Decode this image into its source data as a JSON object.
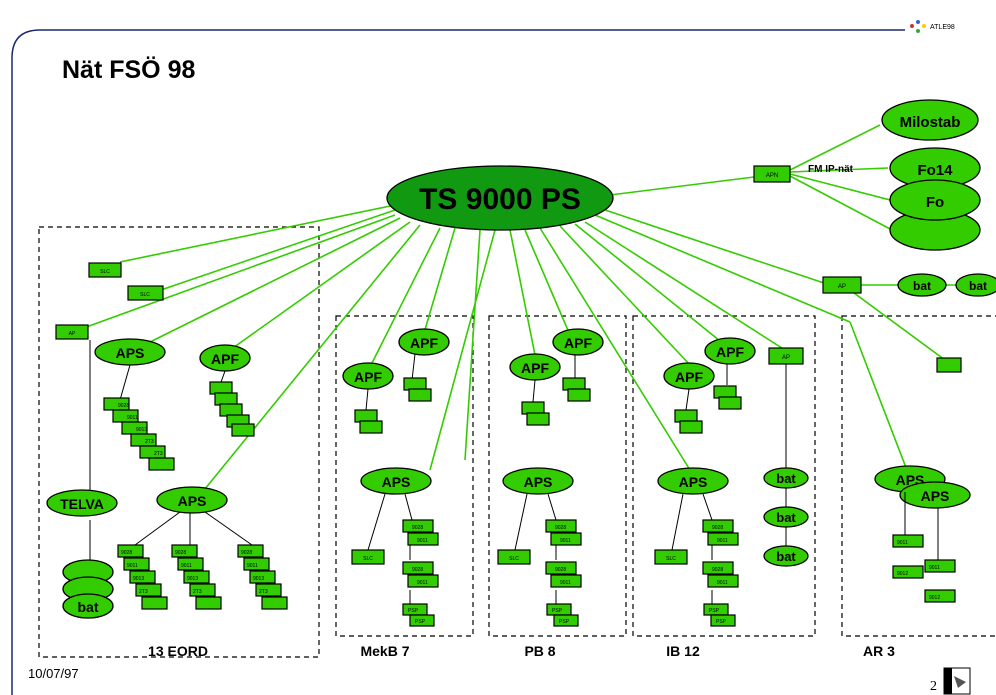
{
  "title": "Nät FSÖ 98",
  "date": "10/07/97",
  "page_number": "2",
  "logo_text": "ATLE98",
  "center_node": "TS 9000 PS",
  "external": {
    "apn": "APN",
    "fm_ip": "FM IP-nät",
    "milostab": "Milostab",
    "fo14": "Fo14",
    "fo": "Fo",
    "ap": "AP",
    "bat": "bat"
  },
  "groups": {
    "eord": "13 EORD",
    "mekb": "MekB 7",
    "pb": "PB 8",
    "ib": "IB 12",
    "ar": "AR 3"
  },
  "nodes": {
    "aps": "APS",
    "apf": "APF",
    "telva": "TELVA",
    "bat": "bat",
    "slc": "SLC",
    "ap": "AP",
    "s6": [
      "9028",
      "9011",
      "9013",
      "2T3",
      "2T3"
    ],
    "mek_stack": [
      "9028",
      "9011"
    ],
    "mek_stack2": [
      "9028",
      "9011"
    ],
    "mek_stack3": [
      "PSP",
      "PSP"
    ],
    "ar_stack": [
      "9011",
      "9012",
      "9011",
      "9012"
    ]
  }
}
